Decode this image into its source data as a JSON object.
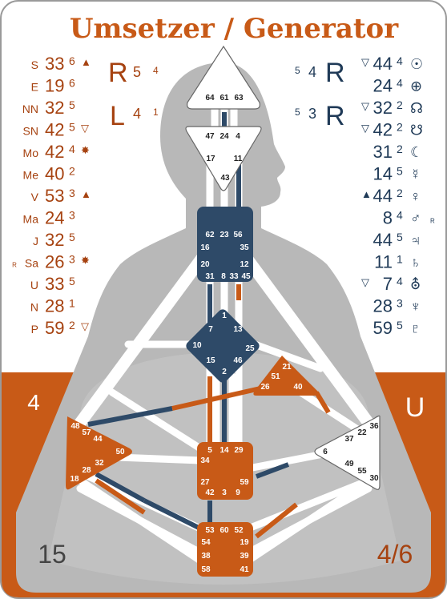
{
  "title": "Umsetzer / Generator",
  "colors": {
    "orange": "#c85a17",
    "navy": "#2e4a68",
    "silhouette": "#b8b8b8",
    "channel": "#ffffff",
    "red_text": "#a64210",
    "blue_text": "#1f3a57",
    "grey_text": "#555555"
  },
  "corners": {
    "top_left": "4",
    "top_right": "U",
    "bottom_left": "15",
    "bottom_right": "4/6"
  },
  "variables": {
    "left": [
      {
        "letter": "R",
        "a": "5",
        "b": "4"
      },
      {
        "letter": "L",
        "a": "4",
        "b": "1"
      }
    ],
    "right": [
      {
        "letter": "R",
        "a": "5",
        "b": "4"
      },
      {
        "letter": "R",
        "a": "5",
        "b": "3"
      }
    ]
  },
  "design_planets": [
    {
      "label": "S",
      "gate": "33",
      "line": "6",
      "mark": "▲",
      "pre": ""
    },
    {
      "label": "E",
      "gate": "19",
      "line": "6",
      "mark": "",
      "pre": ""
    },
    {
      "label": "NN",
      "gate": "32",
      "line": "5",
      "mark": "",
      "pre": ""
    },
    {
      "label": "SN",
      "gate": "42",
      "line": "5",
      "mark": "▽",
      "pre": ""
    },
    {
      "label": "Mo",
      "gate": "42",
      "line": "4",
      "mark": "✸",
      "pre": ""
    },
    {
      "label": "Me",
      "gate": "40",
      "line": "2",
      "mark": "",
      "pre": ""
    },
    {
      "label": "V",
      "gate": "53",
      "line": "3",
      "mark": "▲",
      "pre": ""
    },
    {
      "label": "Ma",
      "gate": "24",
      "line": "3",
      "mark": "",
      "pre": ""
    },
    {
      "label": "J",
      "gate": "32",
      "line": "5",
      "mark": "",
      "pre": ""
    },
    {
      "label": "Sa",
      "gate": "26",
      "line": "3",
      "mark": "✸",
      "pre": "R"
    },
    {
      "label": "U",
      "gate": "33",
      "line": "5",
      "mark": "",
      "pre": ""
    },
    {
      "label": "N",
      "gate": "28",
      "line": "1",
      "mark": "",
      "pre": ""
    },
    {
      "label": "P",
      "gate": "59",
      "line": "2",
      "mark": "▽",
      "pre": ""
    }
  ],
  "personality_planets": [
    {
      "mark": "▽",
      "gate": "44",
      "line": "4",
      "symbol": "☉",
      "post": ""
    },
    {
      "mark": "",
      "gate": "24",
      "line": "4",
      "symbol": "⊕",
      "post": ""
    },
    {
      "mark": "▽",
      "gate": "32",
      "line": "2",
      "symbol": "☊",
      "post": ""
    },
    {
      "mark": "▽",
      "gate": "42",
      "line": "2",
      "symbol": "☋",
      "post": ""
    },
    {
      "mark": "",
      "gate": "31",
      "line": "2",
      "symbol": "☾",
      "post": ""
    },
    {
      "mark": "",
      "gate": "14",
      "line": "5",
      "symbol": "☿",
      "post": ""
    },
    {
      "mark": "▲",
      "gate": "44",
      "line": "2",
      "symbol": "♀",
      "post": ""
    },
    {
      "mark": "",
      "gate": "8",
      "line": "4",
      "symbol": "♂",
      "post": "R"
    },
    {
      "mark": "",
      "gate": "44",
      "line": "5",
      "symbol": "♃",
      "post": ""
    },
    {
      "mark": "",
      "gate": "11",
      "line": "1",
      "symbol": "♄",
      "post": ""
    },
    {
      "mark": "▽",
      "gate": "7",
      "line": "4",
      "symbol": "⛢",
      "post": ""
    },
    {
      "mark": "",
      "gate": "28",
      "line": "3",
      "symbol": "♆",
      "post": ""
    },
    {
      "mark": "",
      "gate": "59",
      "line": "5",
      "symbol": "♇",
      "post": ""
    }
  ],
  "centers": {
    "head": [
      "64",
      "61",
      "63"
    ],
    "ajna": [
      "47",
      "24",
      "4",
      "17",
      "11",
      "43"
    ],
    "throat": [
      "62",
      "23",
      "56",
      "16",
      "35",
      "20",
      "12",
      "31",
      "8",
      "33",
      "45"
    ],
    "g": [
      "1",
      "7",
      "13",
      "10",
      "25",
      "15",
      "46",
      "2"
    ],
    "heart": [
      "21",
      "51",
      "26",
      "40"
    ],
    "spleen": [
      "48",
      "57",
      "44",
      "50",
      "32",
      "28",
      "18"
    ],
    "sacral": [
      "5",
      "14",
      "29",
      "34",
      "27",
      "59",
      "42",
      "3",
      "9"
    ],
    "solar_plexus": [
      "36",
      "22",
      "37",
      "6",
      "49",
      "55",
      "30"
    ],
    "root": [
      "53",
      "60",
      "52",
      "54",
      "19",
      "38",
      "39",
      "58",
      "41"
    ]
  }
}
